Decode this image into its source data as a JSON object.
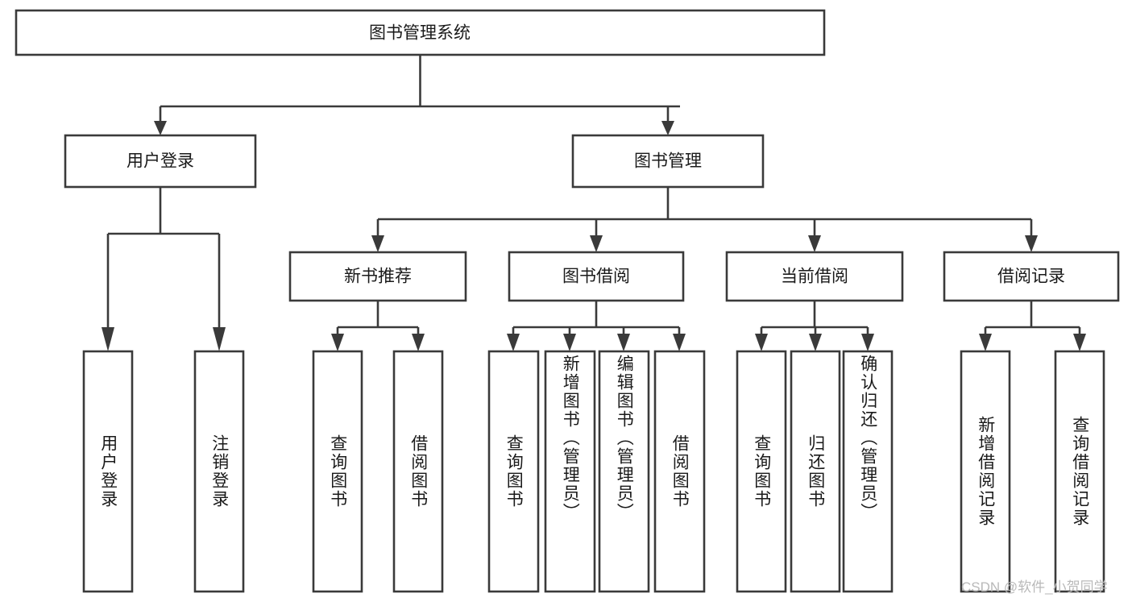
{
  "diagram": {
    "type": "tree-hierarchy",
    "title": "图书管理系统",
    "orientation": "top-down",
    "colors": {
      "stroke": "#3a3a3a",
      "fill": "#ffffff",
      "text": "#1a1a1a",
      "background": "#ffffff",
      "watermark": "#b9b9b9"
    },
    "root": {
      "label": "图书管理系统"
    },
    "level2": [
      {
        "label": "用户登录"
      },
      {
        "label": "图书管理"
      }
    ],
    "level3": [
      {
        "label": "新书推荐"
      },
      {
        "label": "图书借阅"
      },
      {
        "label": "当前借阅"
      },
      {
        "label": "借阅记录"
      }
    ],
    "leaves": {
      "user_login": [
        {
          "label": "用户登录"
        },
        {
          "label": "注销登录"
        }
      ],
      "new_book_recommend": [
        {
          "label": "查询图书"
        },
        {
          "label": "借阅图书"
        }
      ],
      "book_borrow": [
        {
          "label": "查询图书"
        },
        {
          "label": "新增图书（管理员）"
        },
        {
          "label": "编辑图书（管理员）"
        },
        {
          "label": "借阅图书"
        }
      ],
      "current_borrow": [
        {
          "label": "查询图书"
        },
        {
          "label": "归还图书"
        },
        {
          "label": "确认归还（管理员）"
        }
      ],
      "borrow_record": [
        {
          "label": "新增借阅记录"
        },
        {
          "label": "查询借阅记录"
        }
      ]
    }
  },
  "watermark": {
    "text": "CSDN @软件_小贺同学"
  }
}
